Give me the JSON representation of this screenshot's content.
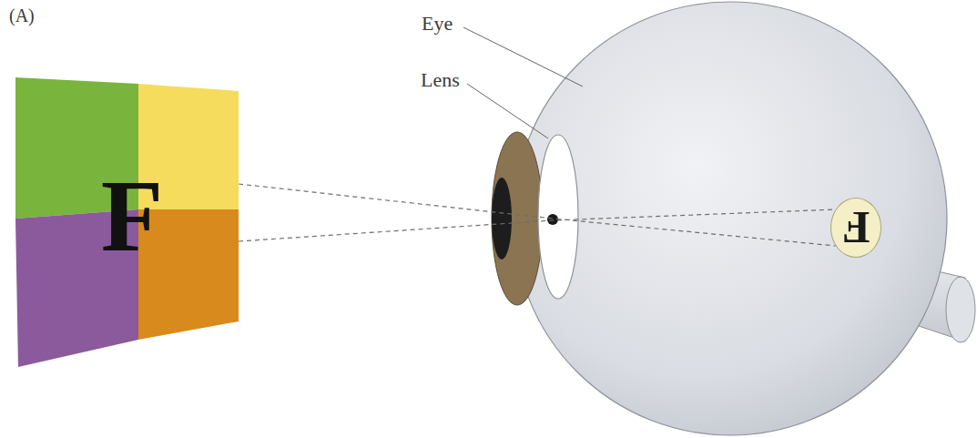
{
  "diagram": {
    "nodes": [
      {
        "text": [
          "F"
        ]
      },
      {
        "text": [
          "F"
        ]
      }
    ],
    "edges": [
      {
        "from": 0,
        "to": 1,
        "arrow": "none"
      },
      {
        "from": 0,
        "to": 1,
        "arrow": "none"
      }
    ],
    "labels": [
      "(A)",
      "Eye",
      "Lens"
    ]
  }
}
